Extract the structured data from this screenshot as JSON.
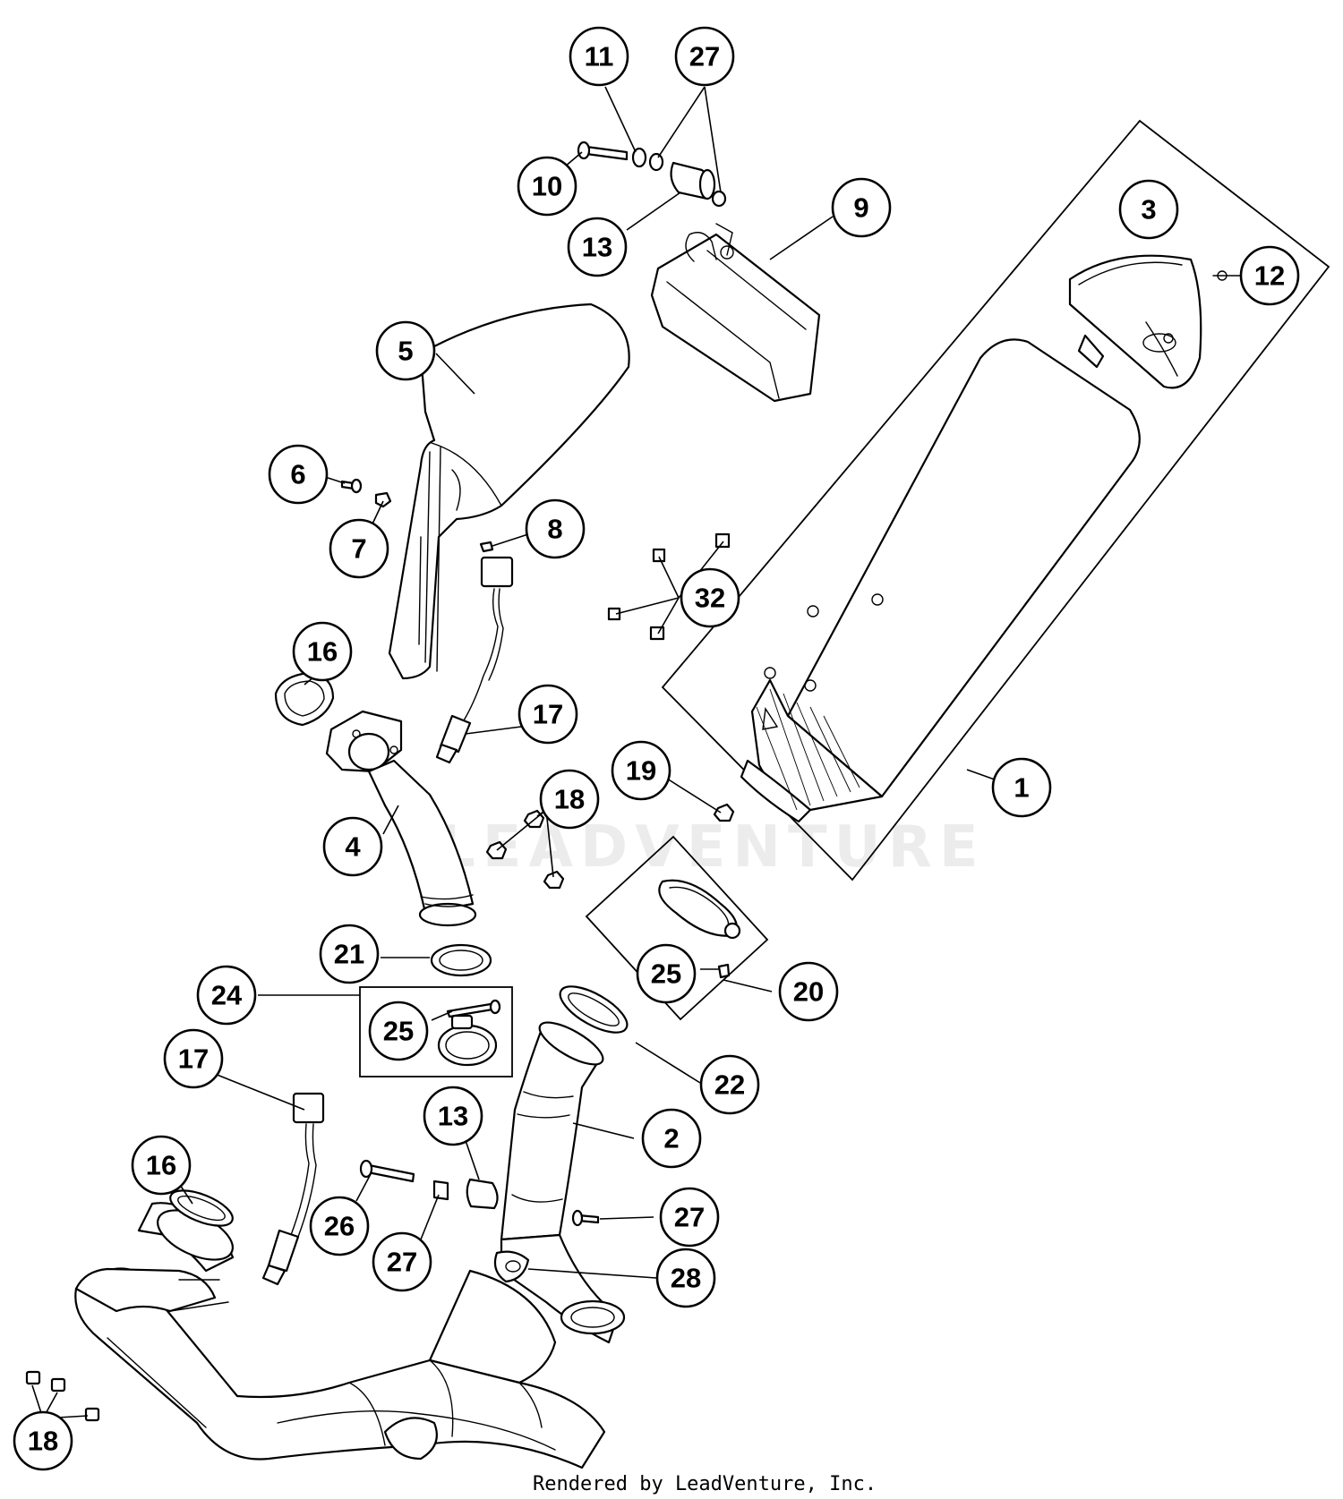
{
  "diagram": {
    "watermark": "LEADVENTURE",
    "credit": "Rendered by LeadVenture, Inc.",
    "callouts": [
      {
        "id": "c11a",
        "label": "11"
      },
      {
        "id": "c27a",
        "label": "27"
      },
      {
        "id": "c10",
        "label": "10"
      },
      {
        "id": "c13a",
        "label": "13"
      },
      {
        "id": "c9",
        "label": "9"
      },
      {
        "id": "c3",
        "label": "3"
      },
      {
        "id": "c12",
        "label": "12"
      },
      {
        "id": "c5",
        "label": "5"
      },
      {
        "id": "c6",
        "label": "6"
      },
      {
        "id": "c7",
        "label": "7"
      },
      {
        "id": "c8",
        "label": "8"
      },
      {
        "id": "c32",
        "label": "32"
      },
      {
        "id": "c16a",
        "label": "16"
      },
      {
        "id": "c17a",
        "label": "17"
      },
      {
        "id": "c19",
        "label": "19"
      },
      {
        "id": "c1",
        "label": "1"
      },
      {
        "id": "c18a",
        "label": "18"
      },
      {
        "id": "c4",
        "label": "4"
      },
      {
        "id": "c21",
        "label": "21"
      },
      {
        "id": "c25a",
        "label": "25"
      },
      {
        "id": "c20",
        "label": "20"
      },
      {
        "id": "c24",
        "label": "24"
      },
      {
        "id": "c25b",
        "label": "25"
      },
      {
        "id": "c22",
        "label": "22"
      },
      {
        "id": "c17b",
        "label": "17"
      },
      {
        "id": "c13b",
        "label": "13"
      },
      {
        "id": "c2",
        "label": "2"
      },
      {
        "id": "c16b",
        "label": "16"
      },
      {
        "id": "c26",
        "label": "26"
      },
      {
        "id": "c27b",
        "label": "27"
      },
      {
        "id": "c27c",
        "label": "27"
      },
      {
        "id": "c28",
        "label": "28"
      },
      {
        "id": "c18b",
        "label": "18"
      }
    ]
  }
}
